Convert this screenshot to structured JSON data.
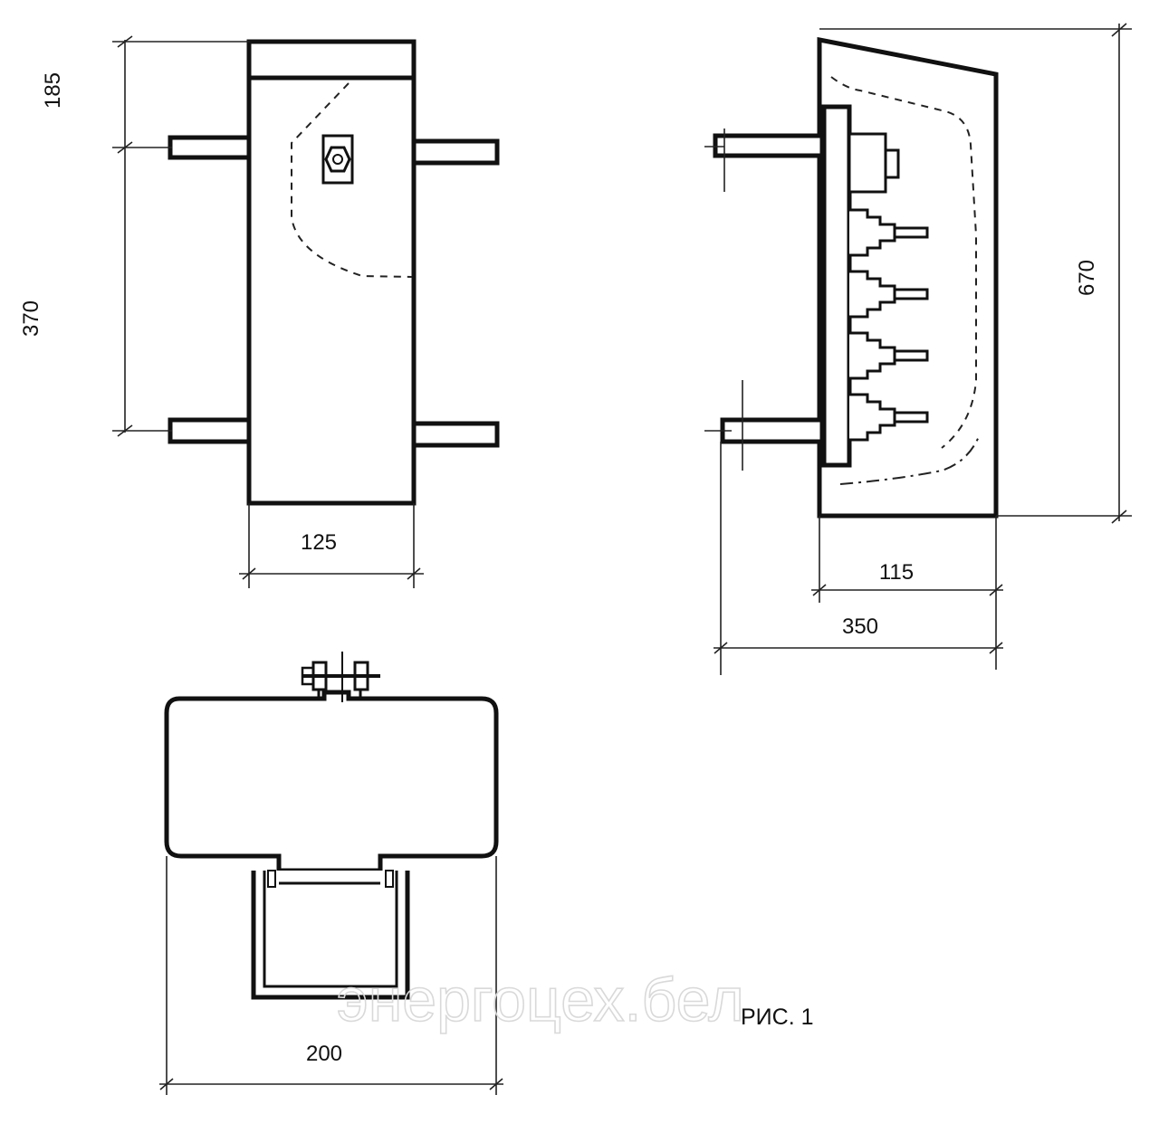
{
  "dimensions": {
    "front_top": "185",
    "front_span": "370",
    "front_width": "125",
    "side_height": "670",
    "side_body_depth": "115",
    "side_total_depth": "350",
    "plan_width": "200"
  },
  "caption": "РИС. 1",
  "watermark": "энергоцех.бел"
}
